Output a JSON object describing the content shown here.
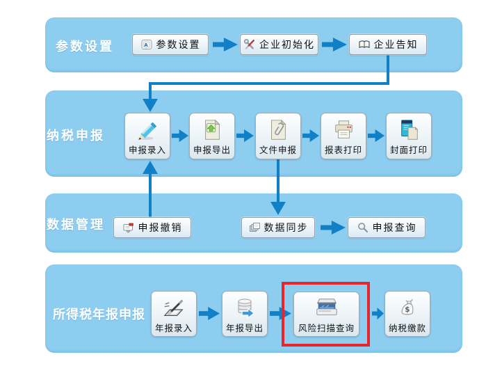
{
  "colors": {
    "band": "#8DCEF0",
    "arrow": "#1180C6",
    "highlight_box": "#E8252A",
    "band_label": "#FFFFFF",
    "button_text": "#111111"
  },
  "icons": {
    "key_letter": "A",
    "money_symbol": "$"
  },
  "rows": [
    {
      "label": "参数设置",
      "buttons": [
        {
          "label": "参数设置",
          "icon": "keyboard-key-icon"
        },
        {
          "label": "企业初始化",
          "icon": "tools-icon"
        },
        {
          "label": "企业告知",
          "icon": "open-book-icon"
        }
      ]
    },
    {
      "label": "纳税申报",
      "buttons": [
        {
          "label": "申报录入",
          "icon": "pencil-icon"
        },
        {
          "label": "申报导出",
          "icon": "document-export-icon"
        },
        {
          "label": "文件申报",
          "icon": "document-attachment-icon"
        },
        {
          "label": "报表打印",
          "icon": "printer-icon"
        },
        {
          "label": "封面打印",
          "icon": "book-cover-icon"
        }
      ]
    },
    {
      "label": "数据管理",
      "buttons": [
        {
          "label": "申报撤销",
          "icon": "form-revoke-icon"
        },
        {
          "label": "数据同步",
          "icon": "layered-sheets-icon"
        },
        {
          "label": "申报查询",
          "icon": "magnifier-icon"
        }
      ]
    },
    {
      "label": "所得税年报申报",
      "buttons": [
        {
          "label": "年报录入",
          "icon": "signature-pad-icon"
        },
        {
          "label": "年报导出",
          "icon": "database-export-icon"
        },
        {
          "label": "风险扫描查询",
          "icon": "scanner-icon",
          "highlighted": true
        },
        {
          "label": "纳税缴款",
          "icon": "money-bag-icon"
        }
      ]
    }
  ],
  "connections": [
    {
      "from": "企业告知",
      "to": "申报录入",
      "direction": "down"
    },
    {
      "from": "申报撤销",
      "to": "申报录入",
      "direction": "up"
    },
    {
      "from": "文件申报",
      "to": "数据同步",
      "direction": "down"
    }
  ]
}
